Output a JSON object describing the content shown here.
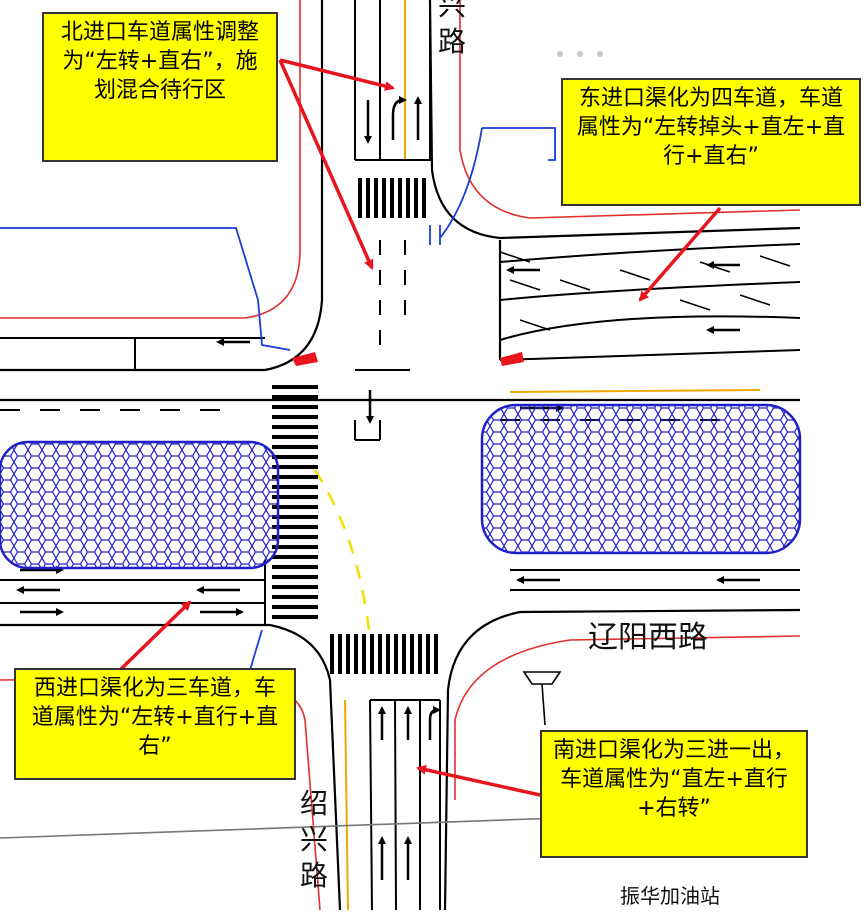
{
  "callouts": {
    "north": "北进口车道属性调整为“左转+直右”，施划混合待行区",
    "east": "东进口渠化为四车道，车道属性为“左转掉头+直左+直行+直右”",
    "west": "西进口渠化为三车道，车道属性为“左转+直行+直右”",
    "south": "南进口渠化为三进一出，车道属性为“直左+直行+右转”"
  },
  "roads": {
    "ew": "辽阳西路",
    "ns_top": "兴路",
    "ns_bottom": "绍兴路",
    "station": "振华加油站"
  },
  "colors": {
    "callout_bg": "#ffff00",
    "arrow": "#e8141e",
    "median_blue": "#2020c8",
    "road_edge_red": "#e03030",
    "center_line_yellow": "#f0a800",
    "guide_blue": "#1a3cd8"
  }
}
